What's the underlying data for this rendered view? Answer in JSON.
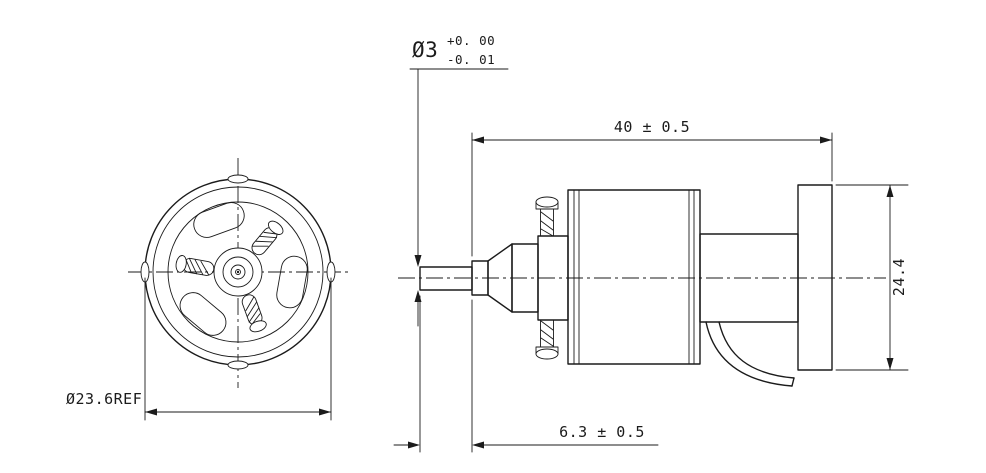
{
  "drawing": {
    "colors": {
      "line": "#1b1b1b",
      "background": "#ffffff"
    },
    "dimensions": {
      "front_diameter": "Ø23.6REF",
      "shaft_diameter": "Ø3",
      "shaft_tolerance_upper": "+0. 00",
      "shaft_tolerance_lower": "-0. 01",
      "overall_length": "40 ± 0.5",
      "flange_height": "24.4",
      "shaft_length": "6.3 ± 0.5"
    }
  }
}
